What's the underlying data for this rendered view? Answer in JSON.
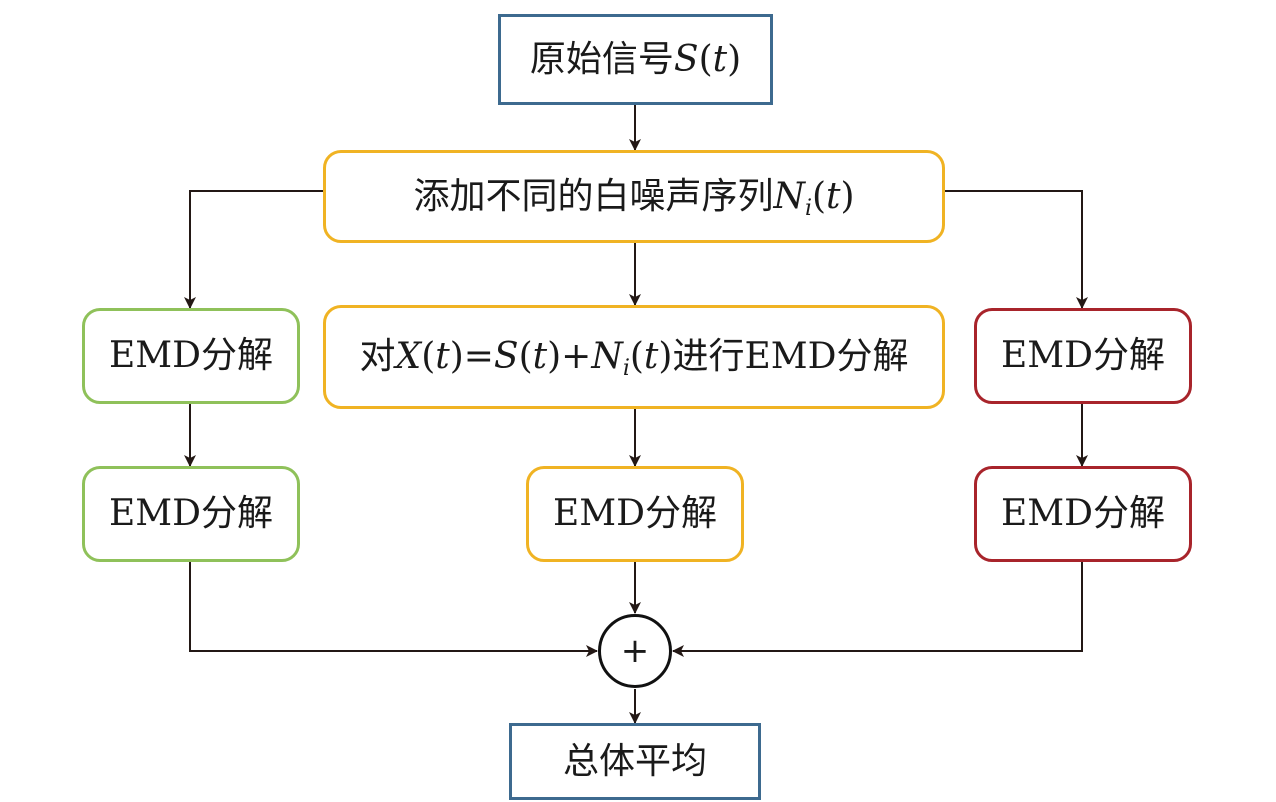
{
  "nodes": {
    "source": {
      "prefix": "原始信号",
      "var": "S",
      "lparen": "(",
      "arg": "t",
      "rparen": ")"
    },
    "add_noise": {
      "prefix": "添加不同的白噪声序列",
      "var": "N",
      "sub": "i",
      "lparen": "(",
      "arg": "t",
      "rparen": ")"
    },
    "center_emd": {
      "p1": "对",
      "x": "X",
      "l1": "(",
      "t1": "t",
      "r1": ")",
      "eq": "=",
      "s": "S",
      "l2": "(",
      "t2": "t",
      "r2": ")",
      "plus": "+",
      "n": "N",
      "sub": "i",
      "l3": "(",
      "t3": "t",
      "r3": ")",
      "suffix": "进行EMD分解"
    },
    "left_emd_1": "EMD分解",
    "left_emd_2": "EMD分解",
    "center_emd_2": "EMD分解",
    "right_emd_1": "EMD分解",
    "right_emd_2": "EMD分解",
    "sum_symbol": "+",
    "ensemble_average": "总体平均"
  },
  "colors": {
    "blue": "#3d6a8f",
    "yellow": "#f0b323",
    "green": "#8fc15a",
    "red": "#a8242b",
    "line": "#231815"
  },
  "edges": [
    {
      "from": "source",
      "to": "add_noise"
    },
    {
      "from": "add_noise",
      "to": "left_emd_1"
    },
    {
      "from": "add_noise",
      "to": "center_emd"
    },
    {
      "from": "add_noise",
      "to": "right_emd_1"
    },
    {
      "from": "left_emd_1",
      "to": "left_emd_2"
    },
    {
      "from": "center_emd",
      "to": "center_emd_2"
    },
    {
      "from": "right_emd_1",
      "to": "right_emd_2"
    },
    {
      "from": "left_emd_2",
      "to": "sum_symbol"
    },
    {
      "from": "center_emd_2",
      "to": "sum_symbol"
    },
    {
      "from": "right_emd_2",
      "to": "sum_symbol"
    },
    {
      "from": "sum_symbol",
      "to": "ensemble_average"
    }
  ]
}
